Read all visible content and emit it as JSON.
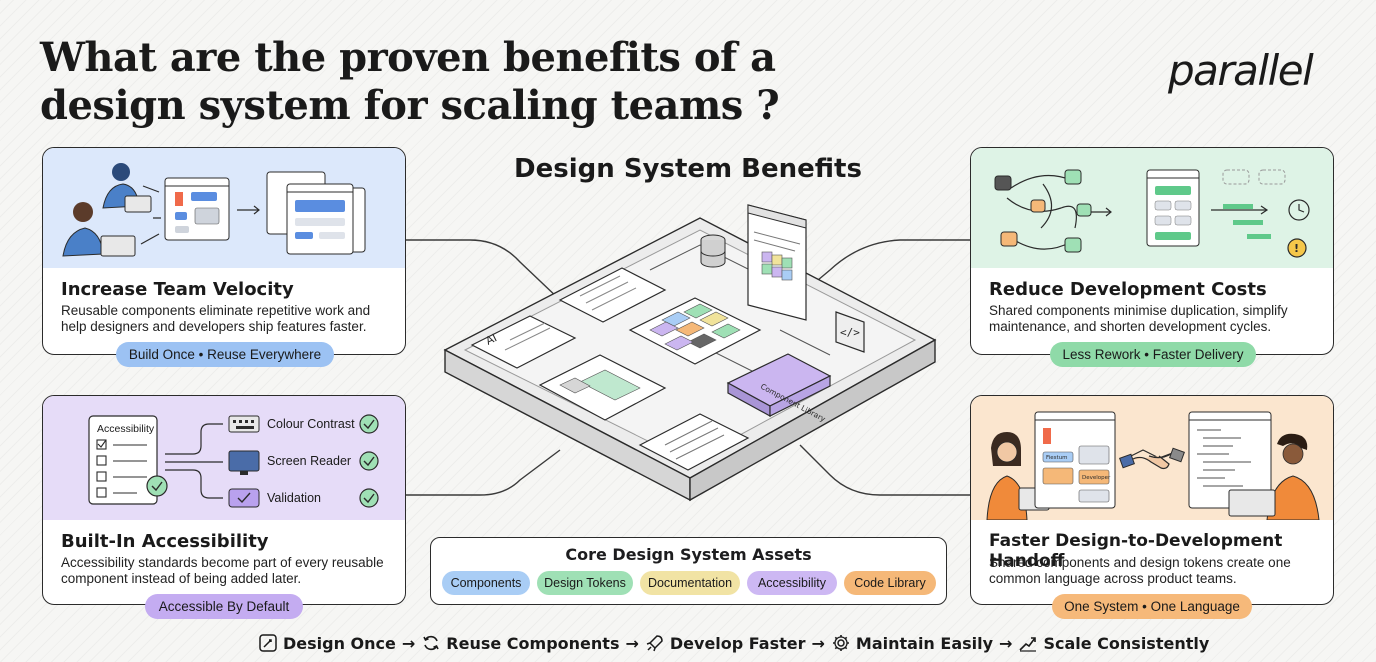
{
  "title": "What are the proven benefits of a design system for scaling teams ?",
  "logo": "parallel",
  "center_title": "Design System Benefits",
  "center_illustration_labels": {
    "ai_panel": "AI",
    "component_library": "Component Library"
  },
  "cards": {
    "velocity": {
      "heading": "Increase Team Velocity",
      "description": "Reusable components eliminate repetitive work and help designers and developers ship features faster.",
      "tag": "Build Once • Reuse Everywhere",
      "color": "#dce8fb",
      "tag_color": "#9cc2f3"
    },
    "costs": {
      "heading": "Reduce Development Costs",
      "description": "Shared components minimise duplication, simplify maintenance, and shorten development cycles.",
      "tag": "Less Rework • Faster Delivery",
      "color": "#def3e6",
      "tag_color": "#8fdaa8"
    },
    "accessibility": {
      "heading": "Built-In Accessibility",
      "description": "Accessibility standards become part of every reusable component instead of being added later.",
      "tag": "Accessible By Default",
      "color": "#e6dcf8",
      "tag_color": "#c4acf1",
      "checklist_title": "Accessibility",
      "checks": [
        "Colour Contrast",
        "Screen Reader",
        "Validation"
      ]
    },
    "handoff": {
      "heading": "Faster Design-to-Development Handoff",
      "description": "Shared components and design tokens create one common language across product teams.",
      "tag": "One System • One Language",
      "color": "#fbe6cf",
      "tag_color": "#f6b97a",
      "mock_labels": [
        "Fiestum",
        "Developer"
      ]
    }
  },
  "assets": {
    "title": "Core Design System Assets",
    "chips": [
      {
        "label": "Components",
        "color": "#a9cdf5"
      },
      {
        "label": "Design Tokens",
        "color": "#9fe0b5"
      },
      {
        "label": "Documentation",
        "color": "#f1e3a4"
      },
      {
        "label": "Accessibility",
        "color": "#cdb8f3"
      },
      {
        "label": "Code Library",
        "color": "#f5b878"
      }
    ]
  },
  "flow": [
    {
      "label": "Design Once",
      "icon": "design-icon"
    },
    {
      "label": "Reuse Components",
      "icon": "refresh-icon"
    },
    {
      "label": "Develop Faster",
      "icon": "rocket-icon"
    },
    {
      "label": "Maintain Easily",
      "icon": "gear-icon"
    },
    {
      "label": "Scale Consistently",
      "icon": "trend-icon"
    }
  ],
  "flow_arrow": "→"
}
